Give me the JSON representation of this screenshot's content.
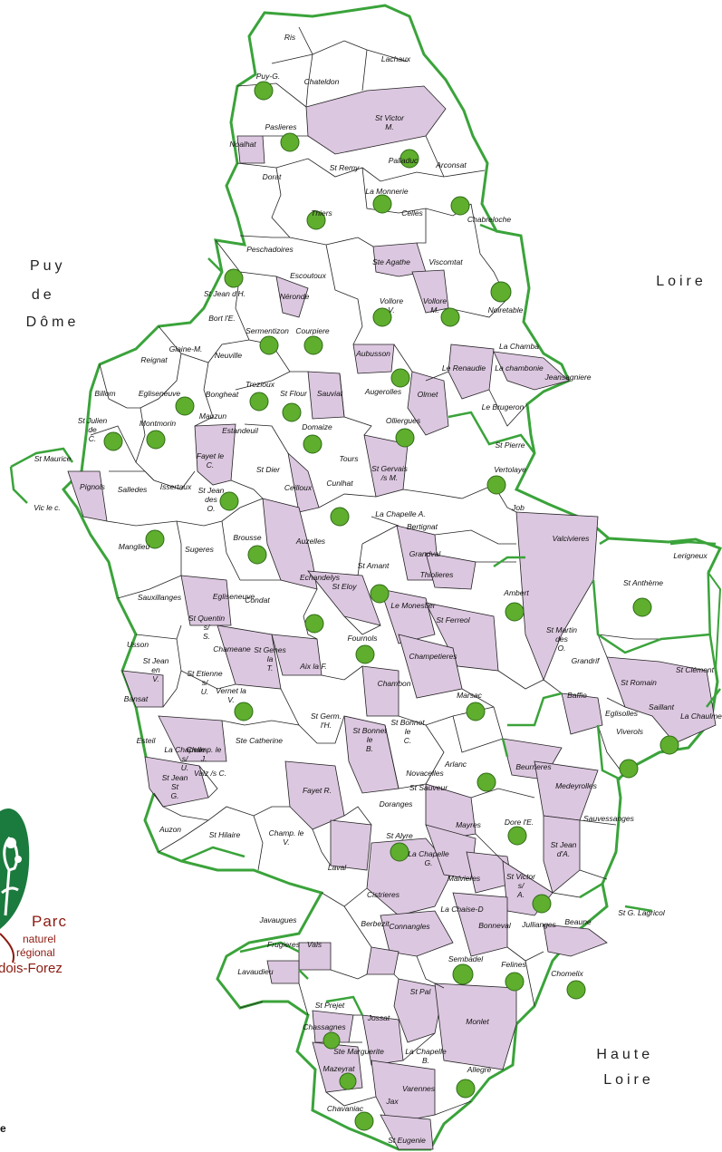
{
  "colors": {
    "park_boundary": "#3aa33a",
    "commune_border": "#222222",
    "member_fill": "#dcc7e0",
    "marker_fill": "#5fae2e",
    "marker_stroke": "#2f6b17",
    "logo_green": "#1b7a3e",
    "logo_red": "#8b1a10"
  },
  "departments": [
    {
      "id": "puy-de-dome",
      "lines": [
        "Puy",
        "de",
        "Dôme"
      ]
    },
    {
      "id": "loire",
      "lines": [
        "Loire"
      ]
    },
    {
      "id": "haute-loire",
      "lines": [
        "Haute",
        "Loire"
      ]
    }
  ],
  "logo": {
    "word1": "Parc",
    "word2": "naturel",
    "word3": "régional",
    "word4": "dois-Forez"
  },
  "footer_fragment": "e",
  "communes": [
    {
      "name": "Ris"
    },
    {
      "name": "Lachaux"
    },
    {
      "name": "Puy-G."
    },
    {
      "name": "Chateldon"
    },
    {
      "name": "St Victor\nM."
    },
    {
      "name": "Paslieres"
    },
    {
      "name": "Noalhat"
    },
    {
      "name": "Palladuc"
    },
    {
      "name": "Arconsat"
    },
    {
      "name": "St Remy"
    },
    {
      "name": "Dorat"
    },
    {
      "name": "La Monnerie"
    },
    {
      "name": "Thiers"
    },
    {
      "name": "Celles"
    },
    {
      "name": "Chabreloche"
    },
    {
      "name": "Peschadoires"
    },
    {
      "name": "Ste Agathe"
    },
    {
      "name": "Viscomtat"
    },
    {
      "name": "Escoutoux"
    },
    {
      "name": "St Jean d'H."
    },
    {
      "name": "Néronde"
    },
    {
      "name": "Vollore\nV."
    },
    {
      "name": "Vollore\nM."
    },
    {
      "name": "Noiretable"
    },
    {
      "name": "Bort l'E."
    },
    {
      "name": "Sermentizon"
    },
    {
      "name": "Courpiere"
    },
    {
      "name": "Glaine-M."
    },
    {
      "name": "Reignat"
    },
    {
      "name": "Neuville"
    },
    {
      "name": "Aubusson"
    },
    {
      "name": "La Chamba"
    },
    {
      "name": "Le Renaudie"
    },
    {
      "name": "La chambonie"
    },
    {
      "name": "Jeansagniere"
    },
    {
      "name": "Billom"
    },
    {
      "name": "Egliseneuve"
    },
    {
      "name": "Bongheat"
    },
    {
      "name": "Trezioux"
    },
    {
      "name": "St Flour"
    },
    {
      "name": "Sauviat"
    },
    {
      "name": "Augerolles"
    },
    {
      "name": "Olmet"
    },
    {
      "name": "Le Brugeron"
    },
    {
      "name": "St Julien\nde\nC."
    },
    {
      "name": "Mauzun"
    },
    {
      "name": "Montmorin"
    },
    {
      "name": "Estandeuil"
    },
    {
      "name": "Domaize"
    },
    {
      "name": "Olliergues"
    },
    {
      "name": "St Pierre"
    },
    {
      "name": "St Maurice"
    },
    {
      "name": "Fayet le\nC."
    },
    {
      "name": "Tours"
    },
    {
      "name": "St Gervais\n/s M."
    },
    {
      "name": "Vertolaye"
    },
    {
      "name": "St Dier"
    },
    {
      "name": "Pignols"
    },
    {
      "name": "Salledes"
    },
    {
      "name": "Issertaux"
    },
    {
      "name": "St Jean\ndes\nO."
    },
    {
      "name": "Ceilloux"
    },
    {
      "name": "Vic le c."
    },
    {
      "name": "Cunlhat"
    },
    {
      "name": "La Chapelle A."
    },
    {
      "name": "Job"
    },
    {
      "name": "Manglieu"
    },
    {
      "name": "Bertignat"
    },
    {
      "name": "Sugeres"
    },
    {
      "name": "Brousse"
    },
    {
      "name": "Auzelles"
    },
    {
      "name": "Valcivieres"
    },
    {
      "name": "Grandval"
    },
    {
      "name": "Lerigneux"
    },
    {
      "name": "St Amant"
    },
    {
      "name": "Thiolieres"
    },
    {
      "name": "St Anthème"
    },
    {
      "name": "Sauxillanges"
    },
    {
      "name": "Egliseneuve"
    },
    {
      "name": "Condat"
    },
    {
      "name": "Echandelys"
    },
    {
      "name": "St Eloy"
    },
    {
      "name": "Ambert"
    },
    {
      "name": "Le Monestier"
    },
    {
      "name": "St Quentin\ns/\nS."
    },
    {
      "name": "St Ferreol"
    },
    {
      "name": "St Martin\ndes\nO."
    },
    {
      "name": "Fournols"
    },
    {
      "name": "Usson"
    },
    {
      "name": "Chameane"
    },
    {
      "name": "St Genes\nla\nT."
    },
    {
      "name": "Champetieres"
    },
    {
      "name": "St Jean\nen\nV."
    },
    {
      "name": "Grandrif"
    },
    {
      "name": "St Clément"
    },
    {
      "name": "St Etienne\ns/\nU."
    },
    {
      "name": "Aix la F."
    },
    {
      "name": "St Romain"
    },
    {
      "name": "Chambon"
    },
    {
      "name": "Vernet la\nV."
    },
    {
      "name": "Marsac"
    },
    {
      "name": "Bansat"
    },
    {
      "name": "Baffie"
    },
    {
      "name": "La Chaulme"
    },
    {
      "name": "St Germ.\nl'H."
    },
    {
      "name": "St Bonnet\nle\nC."
    },
    {
      "name": "Eglisolles"
    },
    {
      "name": "La Chapelle\ns/\nU."
    },
    {
      "name": "Esteil"
    },
    {
      "name": "Saillant"
    },
    {
      "name": "Ste Catherine"
    },
    {
      "name": "Champ. le\nJ."
    },
    {
      "name": "Viverols"
    },
    {
      "name": "Valz /s C."
    },
    {
      "name": "St Bonnet\nle\nB."
    },
    {
      "name": "Arlanc"
    },
    {
      "name": "Beurrieres"
    },
    {
      "name": "St Jean\nSt\nG."
    },
    {
      "name": "Novacelles"
    },
    {
      "name": "Medeyrolles"
    },
    {
      "name": "Fayet R."
    },
    {
      "name": "Doranges"
    },
    {
      "name": "St Sauveur"
    },
    {
      "name": "Sauvessanges"
    },
    {
      "name": "Auzon"
    },
    {
      "name": "Mayres"
    },
    {
      "name": "Dore l'E."
    },
    {
      "name": "St Hilaire"
    },
    {
      "name": "St Alyre"
    },
    {
      "name": "St Jean\nd'A."
    },
    {
      "name": "Champ. le\nV."
    },
    {
      "name": "La Chapelle\nG."
    },
    {
      "name": "Laval"
    },
    {
      "name": "Malvieres"
    },
    {
      "name": "St Victor\ns/\nA."
    },
    {
      "name": "Cistrieres"
    },
    {
      "name": "La Chaise-D"
    },
    {
      "name": "St G. Lagricol"
    },
    {
      "name": "Connangles"
    },
    {
      "name": "Bonneval"
    },
    {
      "name": "Jullianges"
    },
    {
      "name": "Javaugues"
    },
    {
      "name": "Berbezit"
    },
    {
      "name": "Beaune"
    },
    {
      "name": "Frugieres"
    },
    {
      "name": "Vals"
    },
    {
      "name": "Sembadel"
    },
    {
      "name": "Felines"
    },
    {
      "name": "Chomelix"
    },
    {
      "name": "Lavaudieu"
    },
    {
      "name": "St Prejet"
    },
    {
      "name": "St Pal"
    },
    {
      "name": "Monlet"
    },
    {
      "name": "Chassagnes"
    },
    {
      "name": "Jossat"
    },
    {
      "name": "La Chapelle\nB."
    },
    {
      "name": "Ste Marguerite"
    },
    {
      "name": "Allegre"
    },
    {
      "name": "Mazeyrat"
    },
    {
      "name": "Varennes"
    },
    {
      "name": "Jax"
    },
    {
      "name": "Chavaniac"
    },
    {
      "name": "St Eugenie"
    }
  ]
}
